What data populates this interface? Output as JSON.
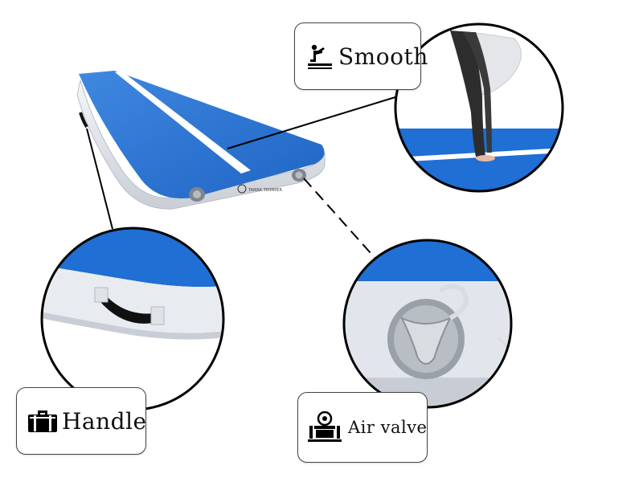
{
  "features": {
    "smooth": {
      "label": "Smooth",
      "icon": "smooth-surface-icon"
    },
    "handle": {
      "label": "Handle",
      "icon": "briefcase-handle-icon"
    },
    "air_valve": {
      "label": "Air valve",
      "icon": "air-pump-icon"
    }
  },
  "mat_logo": "TAMAK TRIMMER",
  "colors": {
    "mat_top": "#2a75d6",
    "mat_side": "#e6e9ef",
    "stripe": "#ffffff",
    "outline": "#000000",
    "valve": "#8a8f96"
  }
}
